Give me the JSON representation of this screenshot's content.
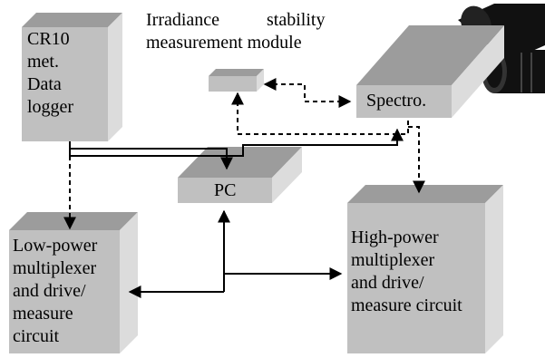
{
  "labels": {
    "datalogger": [
      "CR10",
      "met.",
      "Data",
      "logger"
    ],
    "irr_line1_left": "Irradiance",
    "irr_line1_right": "stability",
    "irr_line2": "measurement module",
    "spectro": "Spectro.",
    "pc": "PC",
    "lowpower": [
      "Low-power",
      "multiplexer",
      "and drive/",
      "measure",
      "circuit"
    ],
    "highpower": [
      "High-power",
      "multiplexer",
      "and drive/",
      "measure circuit"
    ]
  },
  "colors": {
    "box_front": "#c0c0c0",
    "box_top": "#9c9c9c",
    "box_side": "#dcdcdc",
    "camera_body": "#111111",
    "line": "#000000"
  }
}
